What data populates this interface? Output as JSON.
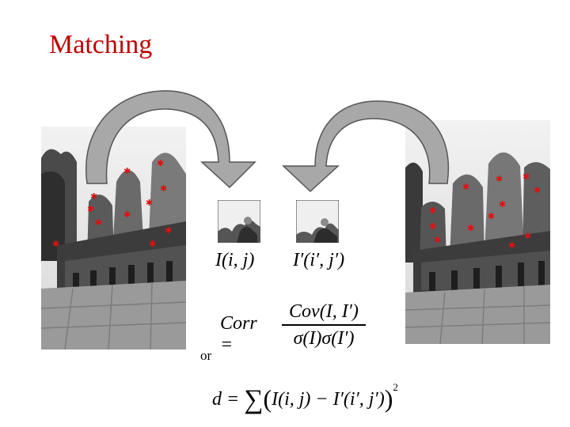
{
  "slide": {
    "title": "Matching",
    "title_color": "#c00000",
    "label_left": "I(i, j)",
    "label_right": "I′(i′, j′)",
    "corr_lhs": "Corr =",
    "corr_numerator": "Cov(I, I′)",
    "corr_denominator": "σ(I)σ(I′)",
    "or_text": "or",
    "dist_lhs": "d =",
    "dist_sigma": "∑",
    "dist_open": "(",
    "dist_body": "I(i, j) − I′(i′, j′)",
    "dist_close": ")",
    "dist_exponent": "2"
  },
  "icons": {
    "left_arrow": "curved-arrow-down-right-icon",
    "right_arrow": "curved-arrow-down-left-icon",
    "feature_marker": "red-star-icon"
  },
  "colors": {
    "marker": "#e01010",
    "arrow_fill": "#a8a8a8",
    "arrow_stroke": "#555555"
  }
}
